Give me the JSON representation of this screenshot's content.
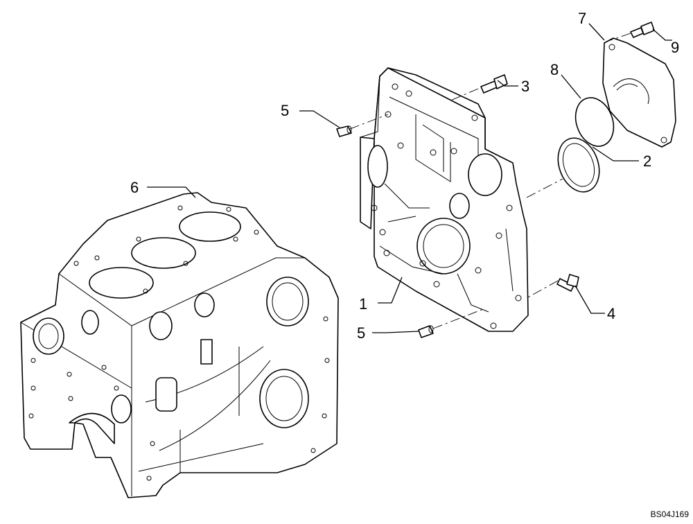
{
  "callouts": [
    {
      "id": "1",
      "label": "1"
    },
    {
      "id": "2",
      "label": "2"
    },
    {
      "id": "3",
      "label": "3"
    },
    {
      "id": "4",
      "label": "4"
    },
    {
      "id": "5a",
      "label": "5"
    },
    {
      "id": "5b",
      "label": "5"
    },
    {
      "id": "6",
      "label": "6"
    },
    {
      "id": "7",
      "label": "7"
    },
    {
      "id": "8",
      "label": "8"
    },
    {
      "id": "9",
      "label": "9"
    }
  ],
  "reference_code": "BS04J169"
}
